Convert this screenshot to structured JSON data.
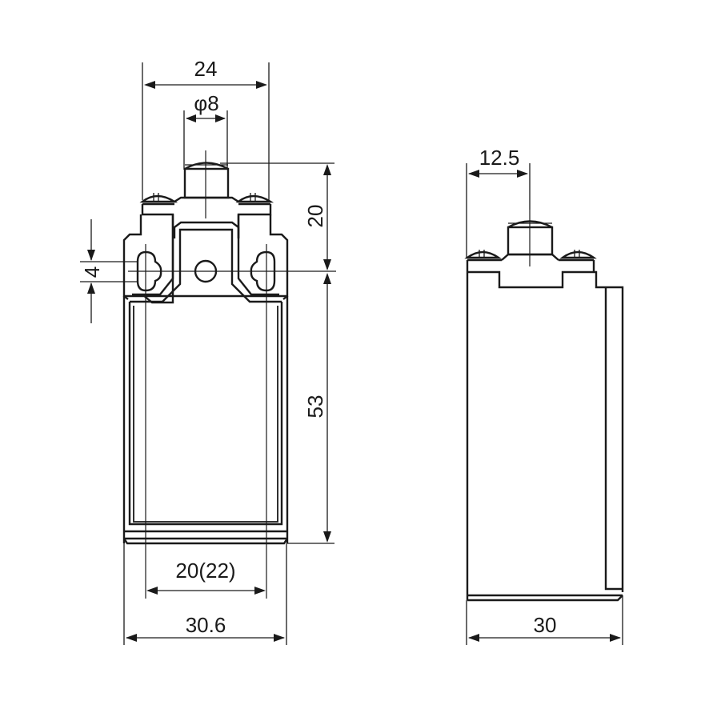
{
  "drawing": {
    "subject": "Limit switch dimensional drawing",
    "views": [
      {
        "name": "front-view",
        "dimensions": {
          "overall_top_width": "24",
          "plunger_diameter": "φ8",
          "plunger_height": "20",
          "slot_height": "4",
          "body_height": "53",
          "mounting_hole_spacing": "20(22)",
          "overall_width": "30.6"
        }
      },
      {
        "name": "side-view",
        "dimensions": {
          "plunger_offset": "12.5",
          "overall_depth": "30"
        }
      }
    ],
    "line_color": "#1a1a1a",
    "background_color": "#ffffff"
  }
}
